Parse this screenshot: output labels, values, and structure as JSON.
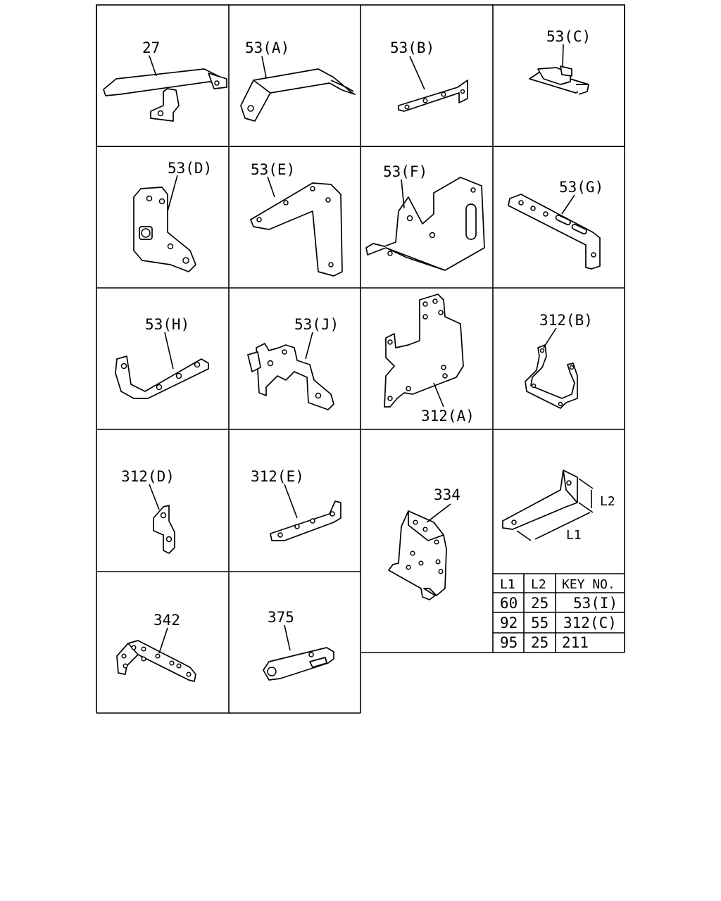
{
  "callouts": {
    "c27": "27",
    "c53a": "53(A)",
    "c53b": "53(B)",
    "c53c": "53(C)",
    "c53d": "53(D)",
    "c53e": "53(E)",
    "c53f": "53(F)",
    "c53g": "53(G)",
    "c53h": "53(H)",
    "c53j": "53(J)",
    "c312a": "312(A)",
    "c312b": "312(B)",
    "c312d": "312(D)",
    "c312e": "312(E)",
    "c334": "334",
    "c342": "342",
    "c375": "375"
  },
  "dimensions": {
    "l1": "L1",
    "l2": "L2"
  },
  "size_table": {
    "headers": [
      "L1",
      "L2",
      "KEY NO."
    ],
    "rows": [
      [
        "60",
        "25",
        "53(I)"
      ],
      [
        "92",
        "55",
        "312(C)"
      ],
      [
        "95",
        "25",
        "211"
      ]
    ]
  }
}
